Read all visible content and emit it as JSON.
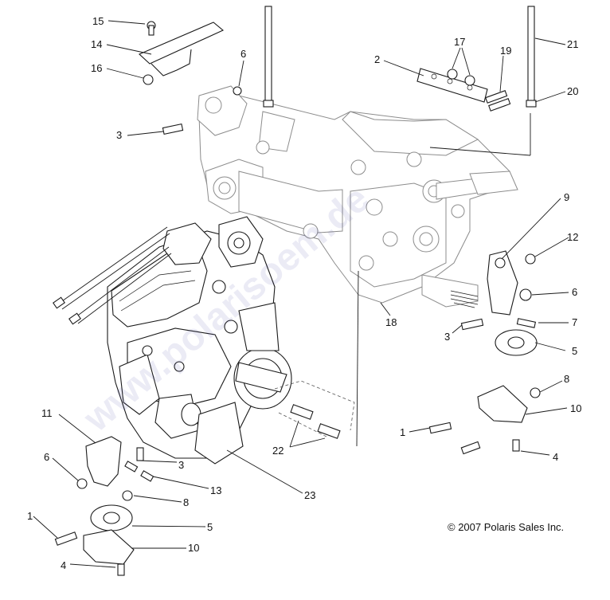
{
  "callouts": [
    {
      "id": "c15a",
      "text": "15"
    },
    {
      "id": "c14a",
      "text": "14"
    },
    {
      "id": "c16a",
      "text": "16"
    },
    {
      "id": "c6a",
      "text": "6"
    },
    {
      "id": "c3a",
      "text": "3"
    },
    {
      "id": "c2a",
      "text": "2"
    },
    {
      "id": "c17a",
      "text": "17"
    },
    {
      "id": "c19a",
      "text": "19"
    },
    {
      "id": "c21a",
      "text": "21"
    },
    {
      "id": "c20a",
      "text": "20"
    },
    {
      "id": "c9a",
      "text": "9"
    },
    {
      "id": "c12a",
      "text": "12"
    },
    {
      "id": "c6b",
      "text": "6"
    },
    {
      "id": "c7a",
      "text": "7"
    },
    {
      "id": "c18a",
      "text": "18"
    },
    {
      "id": "c3b",
      "text": "3"
    },
    {
      "id": "c5a",
      "text": "5"
    },
    {
      "id": "c8a",
      "text": "8"
    },
    {
      "id": "c10a",
      "text": "10"
    },
    {
      "id": "c1a",
      "text": "1"
    },
    {
      "id": "c4a",
      "text": "4"
    },
    {
      "id": "c11a",
      "text": "11"
    },
    {
      "id": "c22a",
      "text": "22"
    },
    {
      "id": "c6c",
      "text": "6"
    },
    {
      "id": "c3c",
      "text": "3"
    },
    {
      "id": "c13a",
      "text": "13"
    },
    {
      "id": "c23a",
      "text": "23"
    },
    {
      "id": "c8b",
      "text": "8"
    },
    {
      "id": "c1b",
      "text": "1"
    },
    {
      "id": "c5b",
      "text": "5"
    },
    {
      "id": "c10b",
      "text": "10"
    },
    {
      "id": "c4b",
      "text": "4"
    }
  ],
  "copyright": "© 2007 Polaris Sales Inc.",
  "watermark": "www.polarisoem.de"
}
